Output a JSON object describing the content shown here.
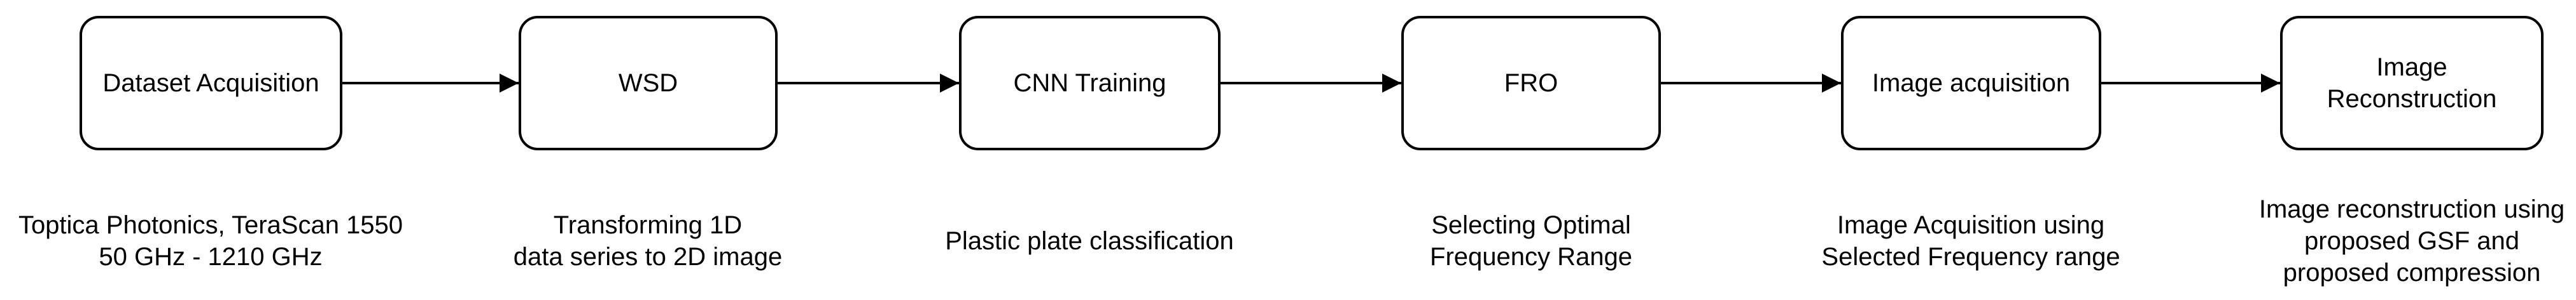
{
  "diagram": {
    "type": "flowchart",
    "colors": {
      "background": "#FFFFFF",
      "stroke": "#000000",
      "text": "#000000"
    },
    "steps": [
      {
        "id": "dataset-acquisition",
        "label_lines": [
          "Dataset Acquisition"
        ],
        "caption_lines": [
          "Toptica Photonics, TeraScan 1550",
          "50 GHz - 1210 GHz"
        ]
      },
      {
        "id": "wsd",
        "label_lines": [
          "WSD"
        ],
        "caption_lines": [
          "Transforming 1D",
          "data series to 2D image"
        ]
      },
      {
        "id": "cnn-training",
        "label_lines": [
          "CNN Training"
        ],
        "caption_lines": [
          "Plastic plate classification"
        ]
      },
      {
        "id": "fro",
        "label_lines": [
          "FRO"
        ],
        "caption_lines": [
          "Selecting Optimal",
          "Frequency Range"
        ]
      },
      {
        "id": "image-acquisition",
        "label_lines": [
          "Image acquisition"
        ],
        "caption_lines": [
          "Image Acquisition using",
          "Selected Frequency range"
        ]
      },
      {
        "id": "image-reconstruction",
        "label_lines": [
          "Image",
          "Reconstruction"
        ],
        "caption_lines": [
          "Image reconstruction using",
          "proposed GSF and",
          "proposed compression"
        ]
      }
    ],
    "arrows": [
      {
        "from": "dataset-acquisition",
        "to": "wsd"
      },
      {
        "from": "wsd",
        "to": "cnn-training"
      },
      {
        "from": "cnn-training",
        "to": "fro"
      },
      {
        "from": "fro",
        "to": "image-acquisition"
      },
      {
        "from": "image-acquisition",
        "to": "image-reconstruction"
      }
    ]
  }
}
